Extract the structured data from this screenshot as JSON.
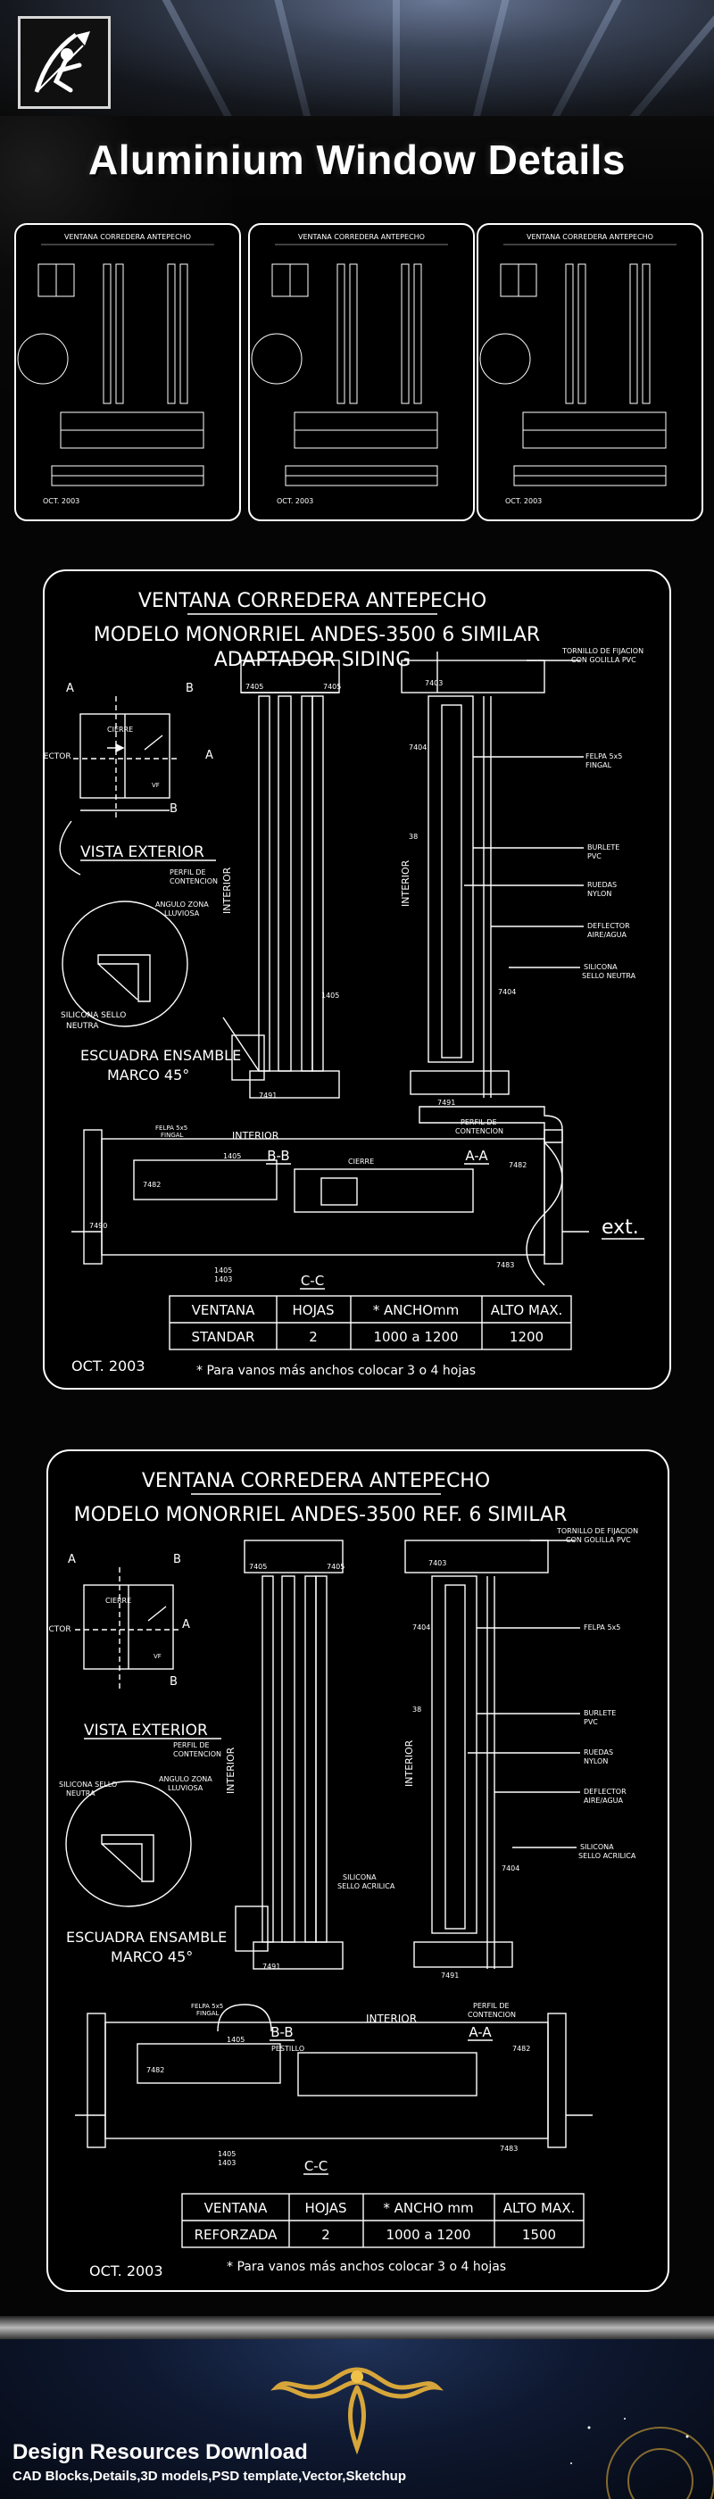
{
  "page": {
    "title": "Aluminium Window Details"
  },
  "footer": {
    "title": "Design Resources Download",
    "subtitle": "CAD Blocks,Details,3D models,PSD template,Vector,Sketchup"
  },
  "drawing1": {
    "heading1": "VENTANA CORREDERA ANTEPECHO",
    "heading2": "MODELO MONORRIEL ANDES-3500 6 SIMILAR",
    "heading3": "ADAPTADOR SIDING",
    "vista": "VISTA EXTERIOR",
    "deflector": "DEFLECTOR",
    "cierre": "CIERRE",
    "a": "A",
    "b": "B",
    "vf": "VF",
    "perfil": "PERFIL DE",
    "contencion": "CONTENCION",
    "angulo": "ANGULO ZONA",
    "lluviosa": "LLUVIOSA",
    "silicona": "SILICONA SELLO",
    "neutra": "NEUTRA",
    "interior": "INTERIOR",
    "tornillo": "TORNILLO DE FIJACION",
    "golilla": "CON GOLILLA PVC",
    "felpa": "FELPA 5x5",
    "fingal": "FINGAL",
    "burlete": "BURLETE",
    "pvc": "PVC",
    "ruedas": "RUEDAS",
    "nylon": "NYLON",
    "deflector2": "DEFLECTOR",
    "aire": "AIRE/AGUA",
    "silicona2": "SILICONA",
    "sello": "SELLO NEUTRA",
    "escuadra": "ESCUADRA ENSAMBLE",
    "marco": "MARCO 45°",
    "bb": "B-B",
    "aa": "A-A",
    "cc": "C-C",
    "ext": "ext.",
    "felpa_fingal": "FELPA 5x5",
    "fingal2": "FINGAL",
    "interior2": "INTERIOR",
    "perfil2": "PERFIL DE",
    "contencion2": "CONTENCION",
    "cierre2": "CIERRE",
    "n7405": "7405",
    "n7403": "7403",
    "n7404": "7404",
    "n7491": "7491",
    "n7482": "7482",
    "n7490": "7490",
    "n7483": "7483",
    "n1405": "1405",
    "n1403": "1403",
    "n38": "38",
    "date": "OCT. 2003",
    "note": "* Para vanos más anchos colocar 3 o 4 hojas",
    "table": {
      "headers": [
        "VENTANA",
        "HOJAS",
        "* ANCHOmm",
        "ALTO MAX."
      ],
      "row": [
        "STANDAR",
        "2",
        "1000 a 1200",
        "1200"
      ]
    }
  },
  "drawing2": {
    "heading1": "VENTANA CORREDERA ANTEPECHO",
    "heading2": "MODELO MONORRIEL ANDES-3500 REF. 6  SIMILAR",
    "vista": "VISTA EXTERIOR",
    "deflector": "DEFLECTOR",
    "cierre": "CIERRE",
    "a": "A",
    "b": "B",
    "vf": "VF",
    "perfil": "PERFIL DE",
    "contencion": "CONTENCION",
    "angulo": "ANGULO ZONA",
    "lluviosa": "LLUVIOSA",
    "silicona": "SILICONA SELLO",
    "neutra": "NEUTRA",
    "sellado": "SILICONA",
    "acrilica": "SELLO ACRILICA",
    "interior": "INTERIOR",
    "tornillo": "TORNILLO DE FIJACION",
    "golilla": "CON GOLILLA PVC",
    "felpa": "FELPA 5x5",
    "burlete": "BURLETE",
    "pvc": "PVC",
    "ruedas": "RUEDAS",
    "nylon": "NYLON",
    "deflector2": "DEFLECTOR",
    "aire": "AIRE/AGUA",
    "silicona2": "SILICONA",
    "sello": "SELLO ACRILICA",
    "escuadra": "ESCUADRA ENSAMBLE",
    "marco": "MARCO 45°",
    "bb": "B-B",
    "aa": "A-A",
    "cc": "C-C",
    "felpa_fingal": "FELPA 5x5",
    "fingal2": "FINGAL",
    "interior2": "INTERIOR",
    "perfil2": "PERFIL DE",
    "contencion2": "CONTENCION",
    "pestillo": "PESTILLO",
    "n7405": "7405",
    "n7403": "7403",
    "n7404": "7404",
    "n7491": "7491",
    "n7482": "7482",
    "n7483": "7483",
    "n1405": "1405",
    "n1403": "1403",
    "n38": "38",
    "date": "OCT. 2003",
    "note": "* Para vanos más anchos colocar 3 o 4 hojas",
    "table": {
      "headers": [
        "VENTANA",
        "HOJAS",
        "* ANCHO mm",
        "ALTO MAX."
      ],
      "row": [
        "REFORZADA",
        "2",
        "1000 a 1200",
        "1500"
      ]
    }
  },
  "thumbs": [
    {
      "title": "VENTANA CORREDERA ANTEPECHO",
      "date": "OCT. 2003"
    },
    {
      "title": "VENTANA CORREDERA ANTEPECHO",
      "date": "OCT. 2003"
    },
    {
      "title": "VENTANA CORREDERA ANTEPECHO",
      "date": "OCT. 2003"
    }
  ]
}
